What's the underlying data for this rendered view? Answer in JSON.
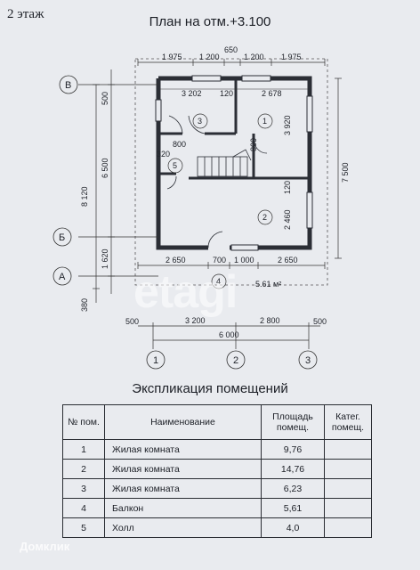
{
  "corner_label": "2 этаж",
  "plan_title": "План на отм.+3.100",
  "dims": {
    "top_row": [
      "1 975",
      "1 200",
      "650",
      "1 200",
      "1 975"
    ],
    "inner_top": [
      "3 202",
      "120",
      "2 678"
    ],
    "bottom_row": [
      "2 650",
      "700",
      "1 000",
      "2 650"
    ],
    "bottom_outer": [
      "500",
      "3 200",
      "2 800",
      "500"
    ],
    "total": "6 000",
    "left_outer": [
      "8 120",
      "380"
    ],
    "left_inner": [
      "500",
      "6 500",
      "1 620"
    ],
    "right_outer": "7 500",
    "inner_right": [
      "3 920",
      "120",
      "2 460"
    ],
    "door_800_a": "800",
    "door_800_b": "800",
    "dim_320": "320"
  },
  "axes": {
    "b": "В",
    "be": "Б",
    "a": "А",
    "one": "1",
    "two": "2",
    "three": "3"
  },
  "rooms": {
    "r1": "1",
    "r2": "2",
    "r3": "3",
    "r4": "4",
    "r5": "5",
    "balcony_area": "5.61 м²"
  },
  "watermark": "etagi",
  "expl_title": "Экспликация помещений",
  "table": {
    "h_num": "№ пом.",
    "h_name": "Наименование",
    "h_area": "Площадь помещ.",
    "h_cat": "Катег. помещ.",
    "rows": [
      {
        "num": "1",
        "name": "Жилая комната",
        "area": "9,76",
        "cat": ""
      },
      {
        "num": "2",
        "name": "Жилая комната",
        "area": "14,76",
        "cat": ""
      },
      {
        "num": "3",
        "name": "Жилая комната",
        "area": "6,23",
        "cat": ""
      },
      {
        "num": "4",
        "name": "Балкон",
        "area": "5,61",
        "cat": ""
      },
      {
        "num": "5",
        "name": "Холл",
        "area": "4,0",
        "cat": ""
      }
    ]
  },
  "brand": "Домклик"
}
